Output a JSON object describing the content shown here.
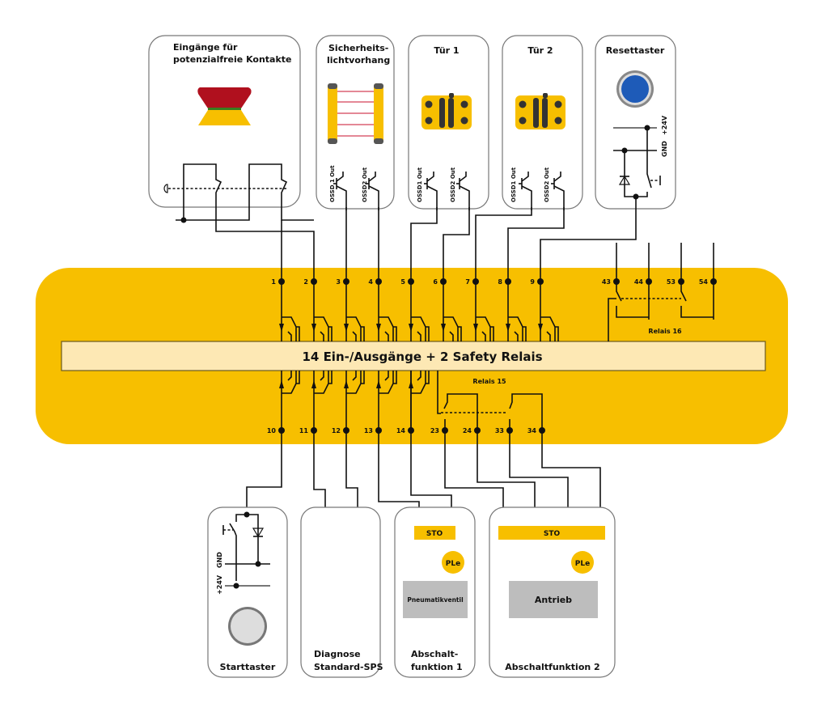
{
  "colors": {
    "yellow": "#f7bf00",
    "bar_fill": "#fde8b4",
    "red": "#b0101e",
    "green": "#3a7d1e",
    "blue": "#1e5bb8",
    "grey_box": "#bdbdbd"
  },
  "controller": {
    "title": "14 Ein-/Ausgänge + 2 Safety Relais",
    "top_terminals": [
      "1",
      "2",
      "3",
      "4",
      "5",
      "6",
      "7",
      "8",
      "9"
    ],
    "relay16_terminals": [
      "43",
      "44",
      "53",
      "54"
    ],
    "relay16_label": "Relais 16",
    "bottom_terminals": [
      "10",
      "11",
      "12",
      "13",
      "14"
    ],
    "relay15_terminals": [
      "23",
      "24",
      "33",
      "34"
    ],
    "relay15_label": "Relais 15"
  },
  "top_devices": [
    {
      "name": "potential-free-contacts",
      "title_lines": [
        "Eingänge für",
        "potenzialfreie Kontakte"
      ]
    },
    {
      "name": "light-curtain",
      "title_lines": [
        "Sicherheits-",
        "lichtvorhang"
      ],
      "outputs": [
        "OSSD 1 Out",
        "OSSD2 Out"
      ]
    },
    {
      "name": "door-1",
      "title_lines": [
        "Tür 1"
      ],
      "outputs": [
        "OSSD1 Out",
        "OSSD2 Out"
      ]
    },
    {
      "name": "door-2",
      "title_lines": [
        "Tür 2"
      ],
      "outputs": [
        "OSSD1 Out",
        "OSSD2 Out"
      ]
    },
    {
      "name": "reset-button",
      "title_lines": [
        "Resettaster"
      ],
      "labels": [
        "+24V",
        "GND"
      ]
    }
  ],
  "bottom_devices": [
    {
      "name": "start-button",
      "title_lines": [
        "Starttaster"
      ],
      "labels": [
        "+24V",
        "GND"
      ]
    },
    {
      "name": "diagnostic-plc",
      "title_lines": [
        "Diagnose",
        "Standard-SPS"
      ]
    },
    {
      "name": "shutdown-1",
      "title_lines": [
        "Abschalt-",
        "funktion 1"
      ],
      "sto": "STO",
      "ple": "PLe",
      "actuator": "Pneumatikventil"
    },
    {
      "name": "shutdown-2",
      "title_lines": [
        "Abschaltfunktion 2"
      ],
      "sto": "STO",
      "ple": "PLe",
      "actuator": "Antrieb"
    }
  ]
}
